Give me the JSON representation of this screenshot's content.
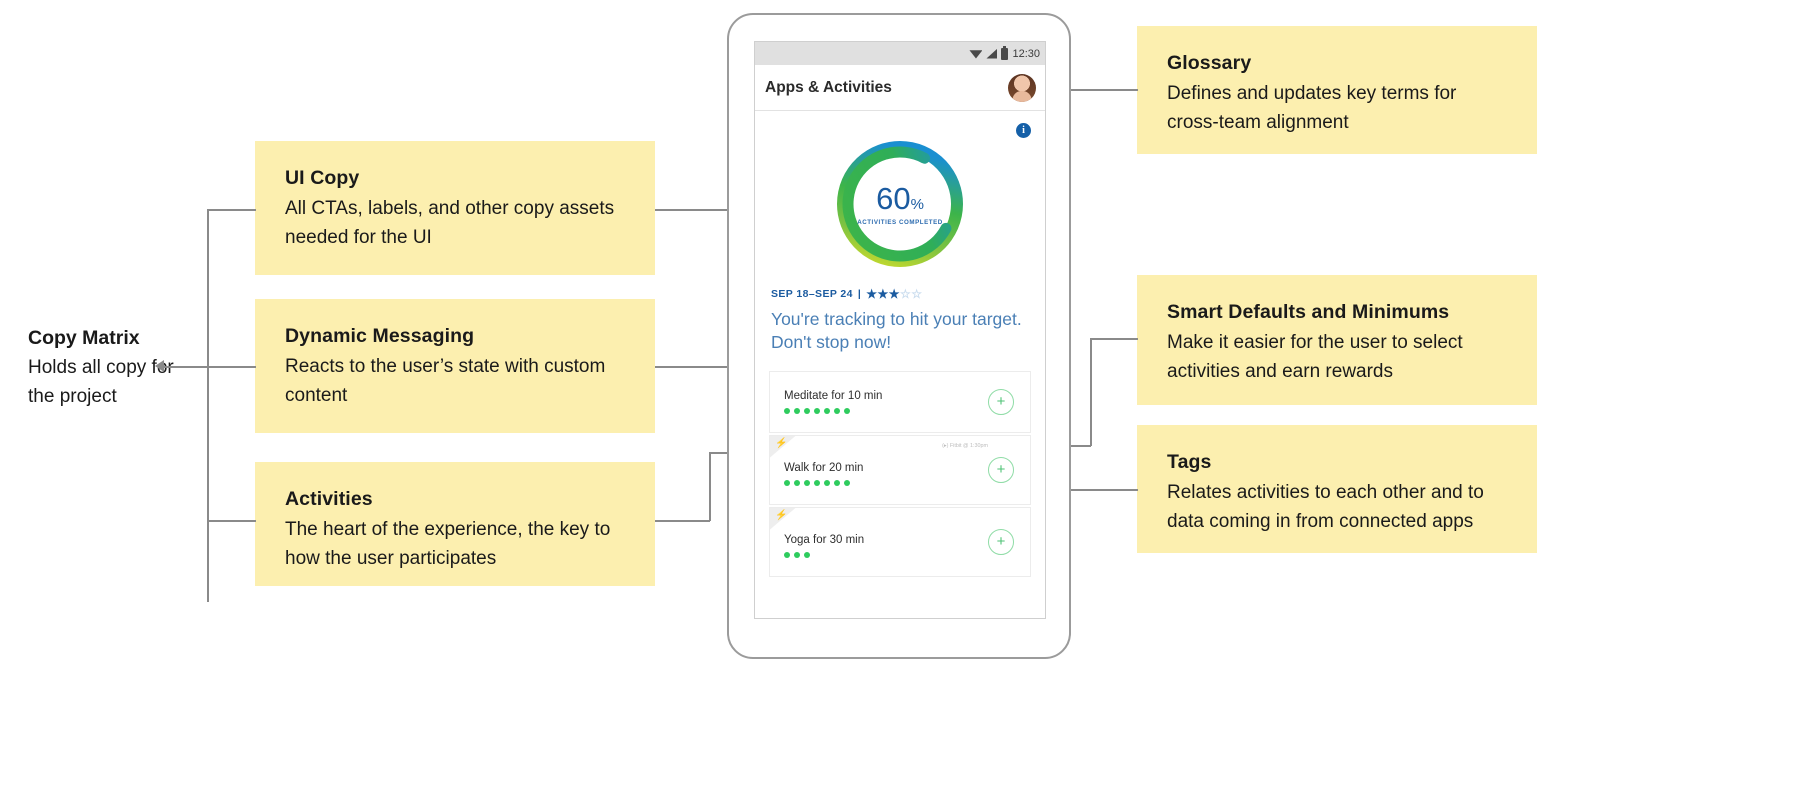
{
  "root": {
    "title": "Copy Matrix",
    "body": "Holds all copy for the project"
  },
  "callouts": [
    {
      "id": "ui-copy",
      "title": "UI Copy",
      "body": "All CTAs, labels, and other copy assets needed for the UI"
    },
    {
      "id": "dynamic-messaging",
      "title": "Dynamic Messaging",
      "body": "Reacts to the user’s state with custom content"
    },
    {
      "id": "activities",
      "title": "Activities",
      "body": "The heart of the experience, the key to how the user participates"
    },
    {
      "id": "glossary",
      "title": "Glossary",
      "body": "Defines and updates key terms for cross-team alignment"
    },
    {
      "id": "smart-defaults",
      "title": "Smart Defaults and Minimums",
      "body": "Make it easier for the user to select activities and earn rewards"
    },
    {
      "id": "tags",
      "title": "Tags",
      "body": "Relates activities to each other and to data coming in from connected apps"
    }
  ],
  "phone": {
    "status_bar": {
      "time": "12:30",
      "wifi_icon": "wifi-icon",
      "signal_icon": "signal-icon",
      "battery_icon": "battery-icon"
    },
    "app_bar": {
      "title": "Apps & Activities",
      "avatar_icon": "user-avatar-icon"
    },
    "info_icon": "info-icon",
    "progress": {
      "percent": "60",
      "percent_symbol": "%",
      "caption": "ACTIVITIES COMPLETED",
      "ring_colors": {
        "start": "#c3d92b",
        "mid": "#3cb44a",
        "end": "#1a8fd1"
      }
    },
    "date_range": "SEP 18–SEP 24",
    "separator": "|",
    "rating": {
      "filled": 3,
      "total": 5,
      "filled_glyph": "★",
      "empty_glyph": "☆"
    },
    "dynamic_message": "You're tracking to hit your target. Don't stop now!",
    "activities": [
      {
        "name": "Meditate for 10 min",
        "dots": 7,
        "tagged": false,
        "sync_label": "",
        "add_label": "+"
      },
      {
        "name": "Walk for 20 min",
        "dots": 7,
        "tagged": true,
        "sync_label": "(▸) Fitbit @ 1:30pm",
        "add_label": "+"
      },
      {
        "name": "Yoga for 30 min",
        "dots": 3,
        "tagged": true,
        "sync_label": "",
        "add_label": "+"
      }
    ]
  },
  "colors": {
    "callout_bg": "#FCEFAF",
    "line": "#8a8a8a",
    "accent_blue": "#1b5ba0",
    "accent_green": "#2ecc5e"
  }
}
